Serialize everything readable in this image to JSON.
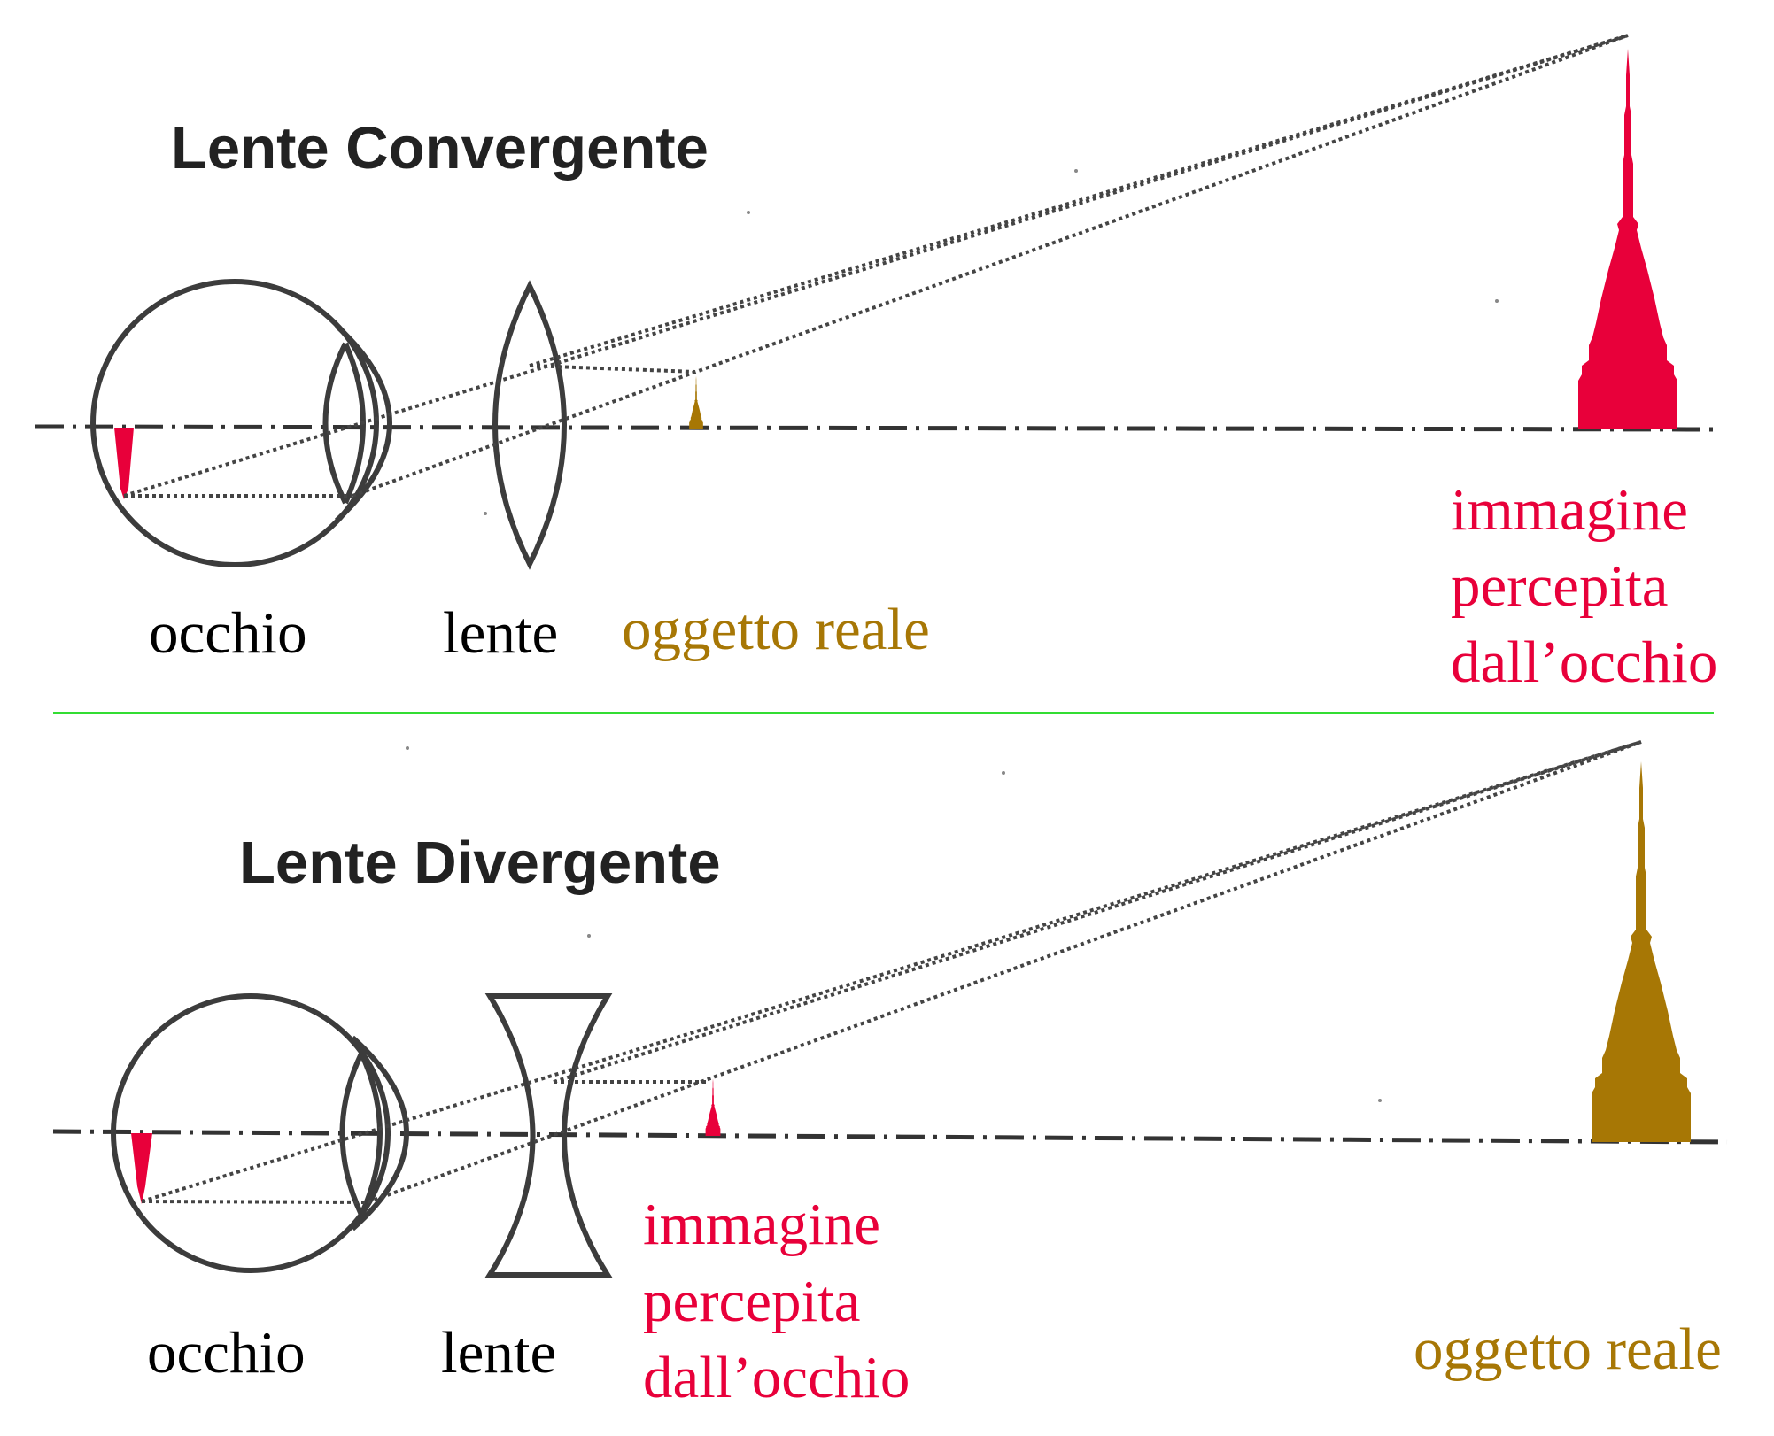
{
  "colors": {
    "image_red": "#e8003a",
    "object_gold": "#a77705",
    "line_dark": "#3c3c3c",
    "separator_green": "#33dd33"
  },
  "converging": {
    "title": "Lente Convergente",
    "eye_label": "occhio",
    "lens_label": "lente",
    "object_label": "oggetto reale",
    "image_label_lines": [
      "immagine",
      "percepita",
      "dall’occhio"
    ]
  },
  "diverging": {
    "title": "Lente Divergente",
    "eye_label": "occhio",
    "lens_label": "lente",
    "image_label_lines": [
      "immagine",
      "percepita",
      "dall’occhio"
    ],
    "object_label": "oggetto reale"
  }
}
